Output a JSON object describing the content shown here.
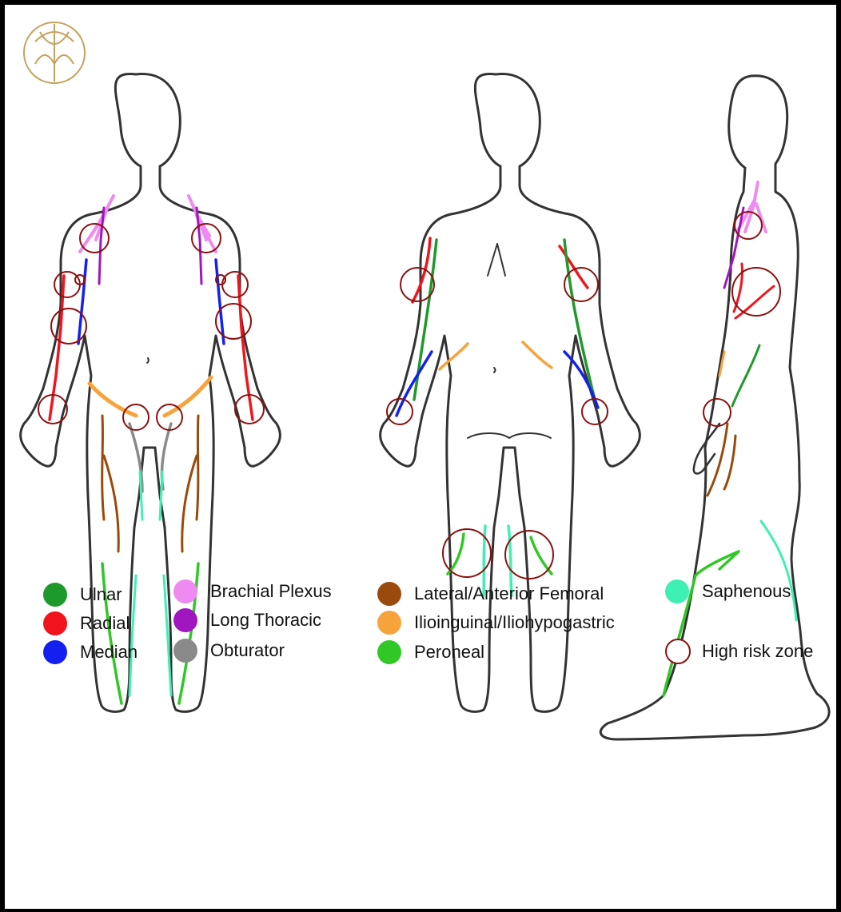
{
  "colors": {
    "ulnar": "#1e9a2c",
    "radial": "#f2141c",
    "median": "#1320f0",
    "brachial_plexus": "#ee8af0",
    "long_thoracic": "#a016c0",
    "obturator": "#8a8a8a",
    "lateral_anterior_femoral": "#9a4a0c",
    "ilioinguinal": "#f7a33c",
    "peroneal": "#30c826",
    "saphenous": "#3ef0b4",
    "high_risk": "#8b1010",
    "outline": "#333333",
    "logo": "#c6a15a"
  },
  "logo": {
    "icon": "monogram-logo"
  },
  "legend": {
    "col1": [
      {
        "label": "Ulnar",
        "key": "ulnar"
      },
      {
        "label": "Radial",
        "key": "radial"
      },
      {
        "label": "Median",
        "key": "median"
      }
    ],
    "col2": [
      {
        "label": "Brachial Plexus",
        "key": "brachial_plexus"
      },
      {
        "label": "Long Thoracic",
        "key": "long_thoracic"
      },
      {
        "label": "Obturator",
        "key": "obturator"
      }
    ],
    "col3": [
      {
        "label": "Lateral/Anterior Femoral",
        "key": "lateral_anterior_femoral"
      },
      {
        "label": "Ilioinguinal/Iliohypogastric",
        "key": "ilioinguinal"
      },
      {
        "label": "Peroneal",
        "key": "peroneal"
      }
    ],
    "col4": [
      {
        "label": "Saphenous",
        "key": "saphenous"
      },
      {
        "label": "High risk zone",
        "key": "high_risk"
      }
    ]
  }
}
